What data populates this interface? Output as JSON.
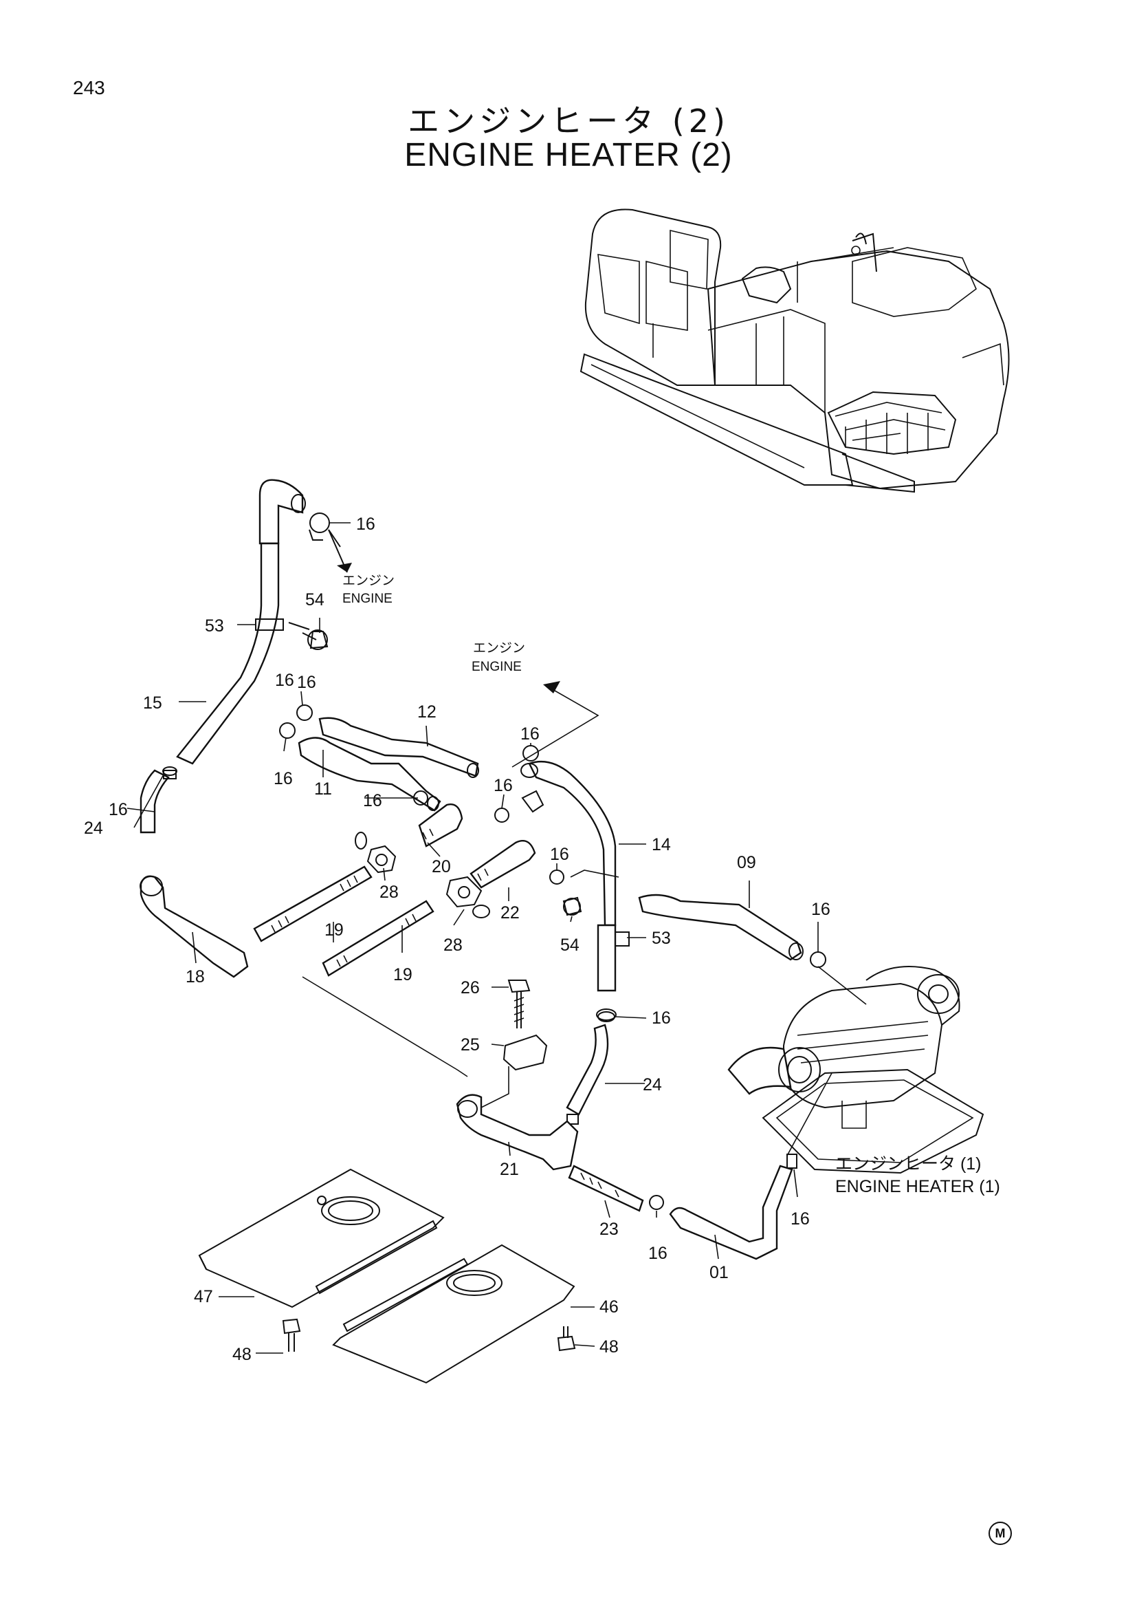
{
  "page_number": "243",
  "title": {
    "japanese": "エンジンヒータ (2)",
    "english": "ENGINE HEATER (2)"
  },
  "notes": {
    "engine_jp": "エンジン",
    "engine_en": "ENGINE",
    "heater_jp": "エンジンヒータ (1)",
    "heater_en": "ENGINE HEATER (1)"
  },
  "parts": [
    "16",
    "16",
    "16",
    "16",
    "16",
    "16",
    "16",
    "16",
    "16",
    "16",
    "16",
    "16",
    "16",
    "53",
    "53",
    "54",
    "54",
    "15",
    "24",
    "24",
    "12",
    "11",
    "14",
    "09",
    "20",
    "22",
    "28",
    "28",
    "19",
    "19",
    "18",
    "26",
    "25",
    "21",
    "23",
    "01",
    "47",
    "46",
    "48",
    "48"
  ],
  "mark": "M"
}
